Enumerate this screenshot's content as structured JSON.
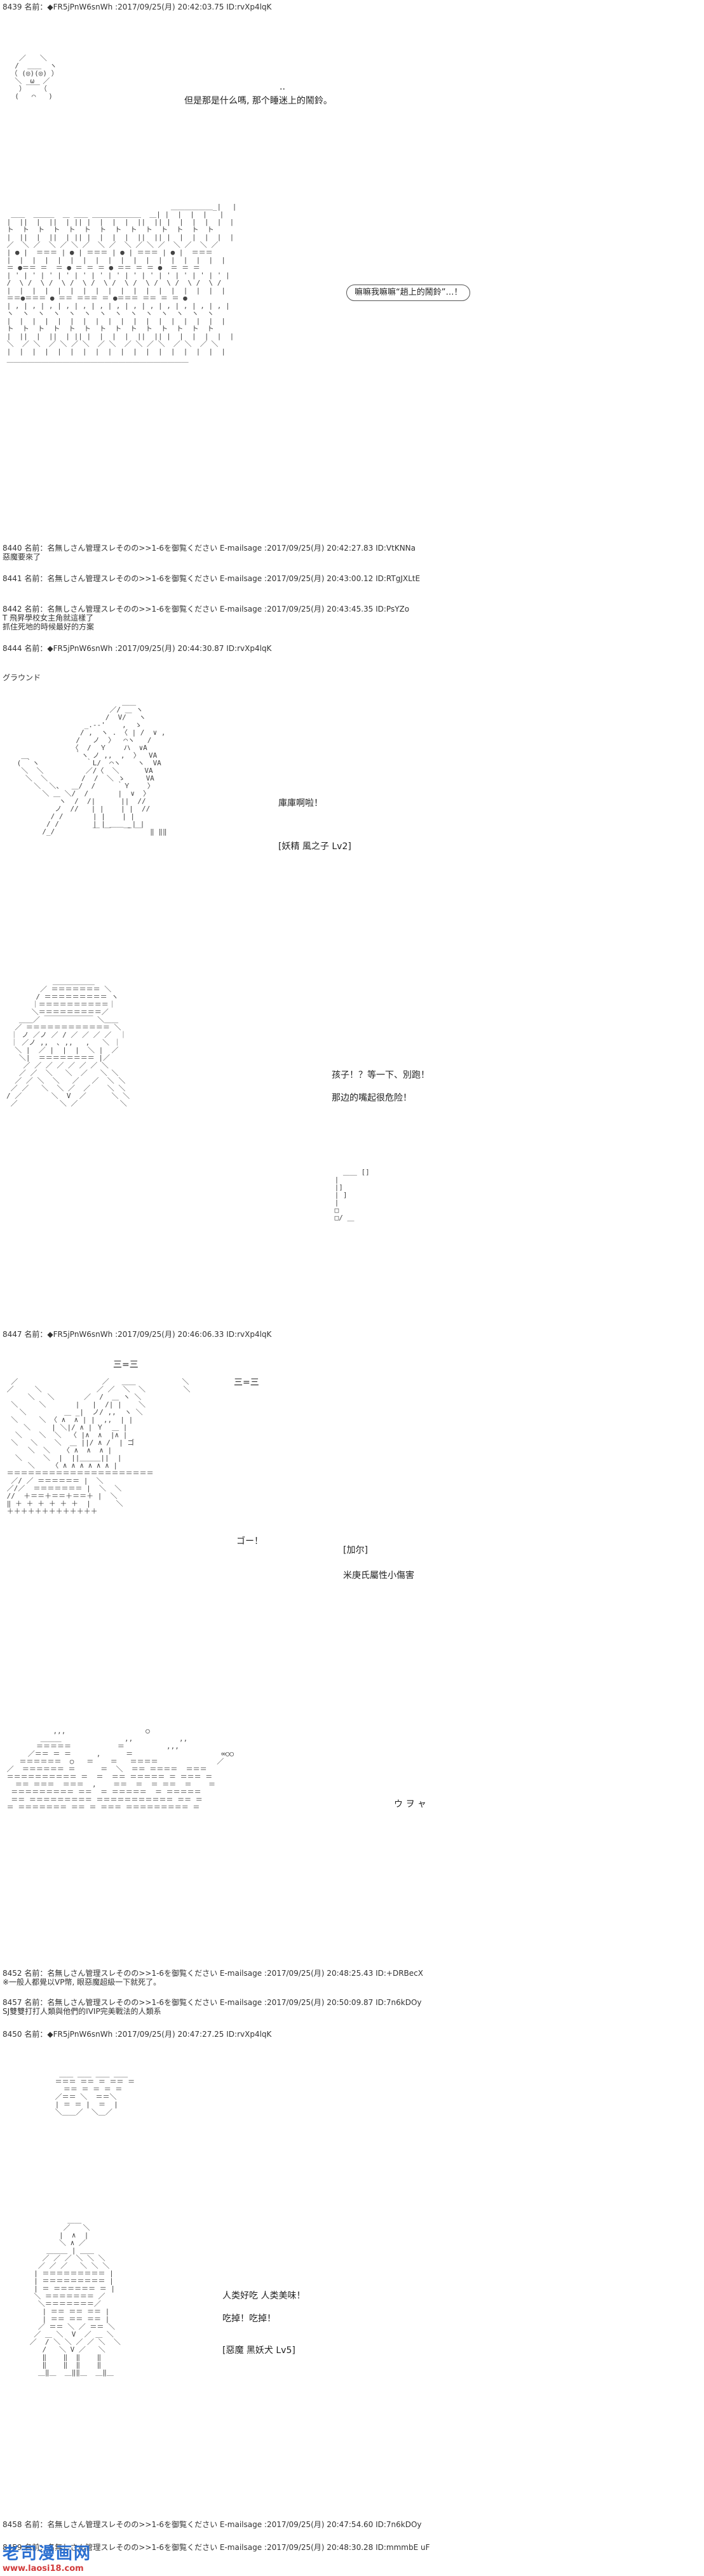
{
  "posts": {
    "p439": {
      "header": "8439 名前：◆FR5jPnW6snWh :2017/09/25(月) 20:42:03.75 ID:rvXp4lqK"
    },
    "p440": {
      "header": "8440 名前：名無しさん管理スレそのの>>1-6を御覧ください E-mailsage :2017/09/25(月) 20:42:27.83 ID:VtKNNa",
      "body": "惡魔要來了"
    },
    "p441": {
      "header": "8441 名前：名無しさん管理スレそのの>>1-6を御覧ください E-mailsage :2017/09/25(月) 20:43:00.12 ID:RTgJXLtE",
      "body": "T 飛昇學校女主角就這樣了"
    },
    "p442": {
      "header": "8442 名前：名無しさん管理スレそのの>>1-6を御覧ください E-mailsage :2017/09/25(月) 20:43:45.35 ID:PsYZo",
      "body": "抓住死地的時候最好的方案"
    },
    "p444": {
      "header": "8444 名前：◆FR5jPnW6snWh :2017/09/25(月) 20:44:30.87 ID:rvXp4lqK",
      "body": "グラウンド"
    },
    "p447": {
      "header": "8447 名前：◆FR5jPnW6snWh :2017/09/25(月) 20:46:06.33 ID:rvXp4lqK"
    },
    "p452": {
      "header": "8452 名前：名無しさん管理スレそのの>>1-6を御覧ください E-mailsage :2017/09/25(月) 20:48:25.43 ID:+DRBecX",
      "body": "※一般人都覺以VP幣, 眼惡魔超級一下就死了。"
    },
    "p457": {
      "header": "8457 名前：名無しさん管理スレそのの>>1-6を御覧ください E-mailsage :2017/09/25(月) 20:50:09.87 ID:7n6kDOy",
      "body": "SJ雙雙打打人類與他們的IVIP完美戰法的人類系"
    },
    "p450": {
      "header": "8450 名前：◆FR5jPnW6snWh :2017/09/25(月) 20:47:27.25 ID:rvXp4lqK"
    },
    "p458": {
      "header": "8458 名前：名無しさん管理スレそのの>>1-6を御覧ください E-mailsage :2017/09/25(月) 20:47:54.60 ID:7n6kDOy"
    },
    "p459": {
      "header": "8459 名前：名無しさん管理スレそのの>>1-6を御覧ください E-mailsage :2017/09/25(月) 20:48:30.28 ID:mmmbE uF"
    }
  },
  "dialogue": {
    "d1": "但是那是什么嗎, 那个睡迷上的鬧鈴。",
    "d2": "..",
    "bubble1": "嘛嘛我嘛嘛“趟上的鬧鈴”…！",
    "d3": "庫庫啊啦！",
    "d4": "[妖精 風之子 Lv2]",
    "d5": "孩子！？等一下、別跑！",
    "d6": "那边的嘴起很危险！",
    "d7": "[加尔]",
    "d8": "米庚氏屬性小傷害",
    "d9": "ゴー！",
    "d10": "三=三",
    "d11": "人类好吃 人类美味！",
    "d12": "吃掉！吃掉！",
    "d13": "[惡魔 黑妖犬 Lv5]",
    "d14": "ウ ヲ ャ"
  },
  "watermark": {
    "title": "老司漫画网",
    "url": "www.laosi18.com"
  }
}
